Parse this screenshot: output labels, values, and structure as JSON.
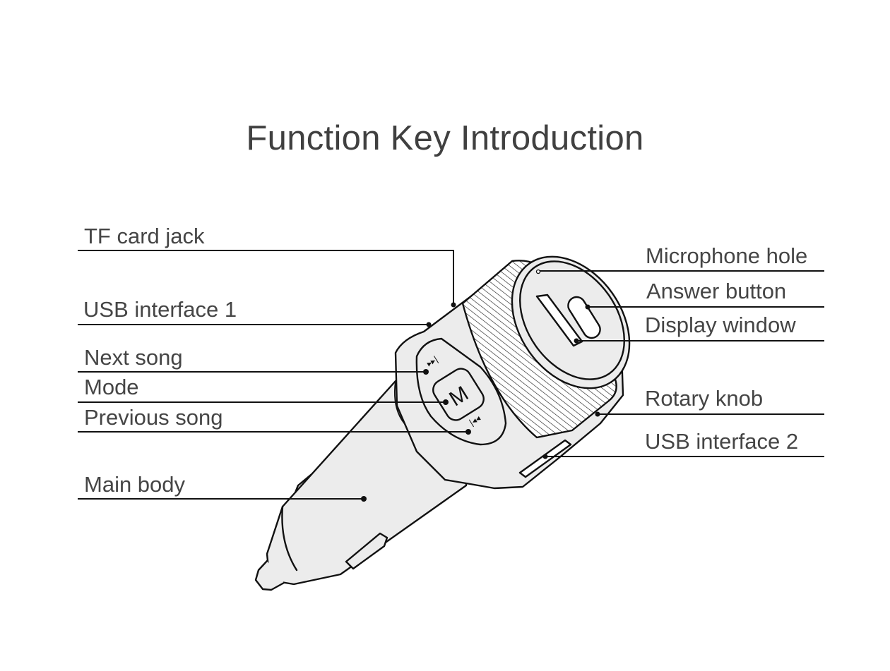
{
  "title": "Function Key Introduction",
  "labels": {
    "tf_card_jack": "TF card jack",
    "usb_interface_1": "USB interface 1",
    "next_song": "Next song",
    "mode": "Mode",
    "previous_song": "Previous song",
    "main_body": "Main body",
    "microphone_hole": "Microphone hole",
    "answer_button": "Answer button",
    "display_window": "Display window",
    "rotary_knob": "Rotary knob",
    "usb_interface_2": "USB interface 2"
  },
  "device": {
    "mode_button_letter": "M"
  },
  "colors": {
    "text": "#454545",
    "line": "#111111",
    "body_fill": "#ececec"
  }
}
